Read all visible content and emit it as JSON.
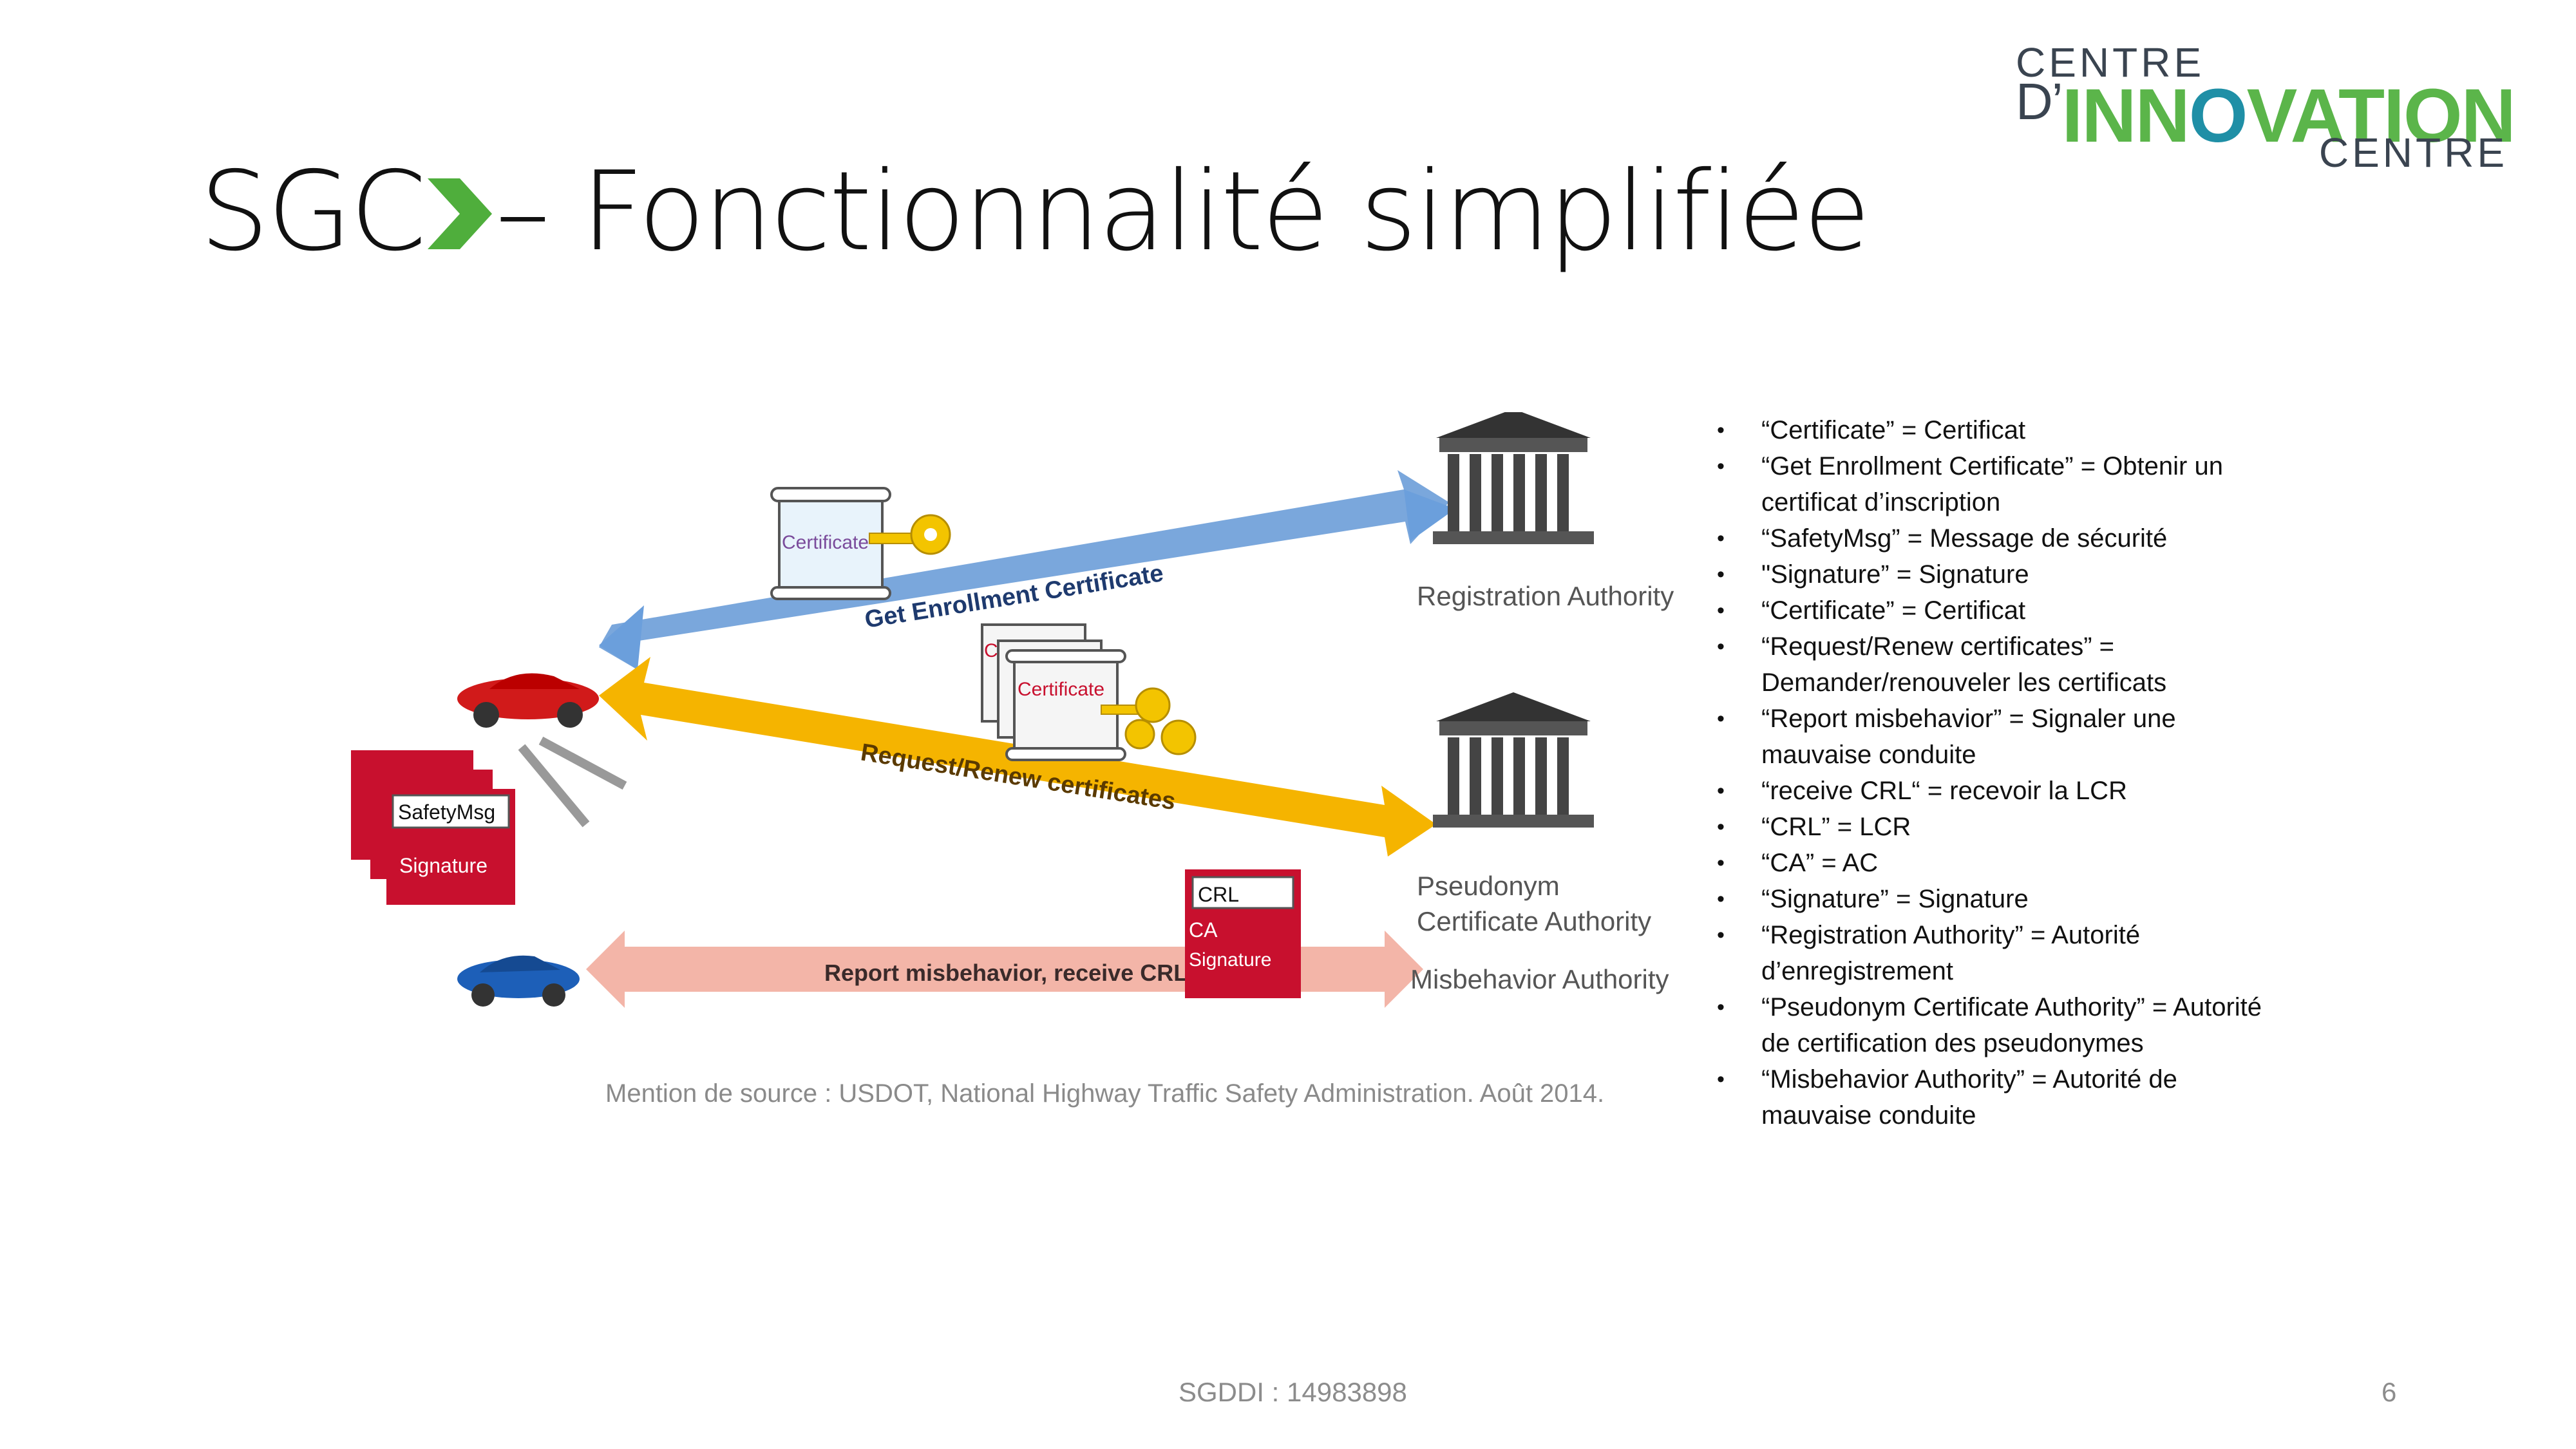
{
  "logo": {
    "line1": "CENTRE",
    "apostrophe": "D’",
    "word_a": "INN",
    "word_b": "O",
    "word_c": "VATION",
    "line3": "CENTRE"
  },
  "title": {
    "prefix": "SGC",
    "rest": "– Fonctionnalité simplifiée"
  },
  "diagram": {
    "arrow_enroll": "Get Enrollment Certificate",
    "arrow_request": "Request/Renew certificates",
    "arrow_report": "Report misbehavior, receive CRL",
    "cert_single": "Certificate",
    "cert_stack": "Certificate",
    "cert_stack_back": "C",
    "safetymsg": "SafetyMsg",
    "signature": "Signature",
    "crl_title": "CRL",
    "crl_ca": "CA",
    "crl_signature": "Signature",
    "reg_authority": "Registration Authority",
    "pseudo_line1": "Pseudonym",
    "pseudo_line2": "Certificate Authority",
    "misbehavior_authority": "Misbehavior Authority"
  },
  "source": "Mention de source : USDOT, National Highway Traffic Safety Administration. Août 2014.",
  "glossary": [
    "“Certificate” = Certificat",
    "“Get Enrollment Certificate” = Obtenir un certificat d’inscription",
    "“SafetyMsg” = Message de sécurité",
    "\"Signature” = Signature",
    "“Certificate” = Certificat",
    "“Request/Renew certificates” = Demander/renouveler les certificats",
    "“Report misbehavior” = Signaler une mauvaise conduite",
    "“receive CRL“ = recevoir la LCR",
    "“CRL” = LCR",
    "“CA” = AC",
    "“Signature” = Signature",
    "“Registration Authority” = Autorité d’enregistrement",
    "“Pseudonym Certificate Authority” = Autorité de certification des pseudonymes",
    "“Misbehavior Authority” = Autorité de mauvaise conduite"
  ],
  "footer": {
    "id": "SGDDI : 14983898",
    "page": "6"
  },
  "colors": {
    "blue_arrow": "#7aa7dc",
    "yellow_arrow": "#f5b400",
    "pink_arrow": "#f3b5a8",
    "red_doc": "#c8102e",
    "logo_green": "#5bb54a",
    "logo_teal": "#1f8fa6"
  }
}
